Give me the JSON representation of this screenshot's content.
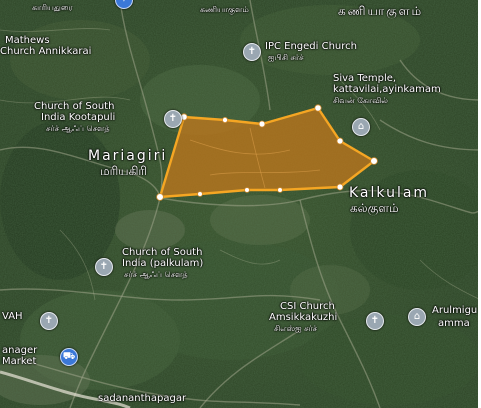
{
  "labels": {
    "top_ta_left": "காரியதுரை",
    "top_ta_mid": "கணியாகுளம்",
    "top_ta_right": "கணியாகுளம்",
    "mathews_1": "Mathews",
    "mathews_2": "Church Annikkarai",
    "ipc_1": "IPC Engedi Church",
    "ipc_ta": "ஐபிசி சர்ச்",
    "siva_1": "Siva Temple,",
    "siva_2": "kattavilai,ayinkamam",
    "siva_ta": "சிவன் கோவில்",
    "csi_koot_1": "Church of South",
    "csi_koot_2": "India Kootapuli",
    "csi_koot_ta": "சர்ச் ஆஃப் சௌத்",
    "mariagiri_en": "Mariagiri",
    "mariagiri_ta": "மரியகிரி",
    "kalkulam_en": "Kalkulam",
    "kalkulam_ta": "கல்குளம்",
    "csi_palk_1": "Church of South",
    "csi_palk_2": "India (palkulam)",
    "csi_palk_ta": "சர்ச் ஆஃப் சௌத்",
    "csi_amsi_1": "CSI Church",
    "csi_amsi_2": "Amsikkakuzhi",
    "csi_amsi_ta": "சிஎஸ்ஐ சர்ச்",
    "arulmigu_1": "Arulmigu B",
    "arulmigu_2": "amma",
    "vah": "VAH",
    "manager_1": "anager",
    "manager_2": "Market",
    "sadanantha": "sadananthapagar"
  },
  "icons": {
    "church": "cross-icon",
    "temple": "temple-icon",
    "market": "cart-icon"
  },
  "colors": {
    "parcel_stroke": "#f5a623",
    "parcel_fill": "#c8781a",
    "vertex": "#ffffff"
  }
}
